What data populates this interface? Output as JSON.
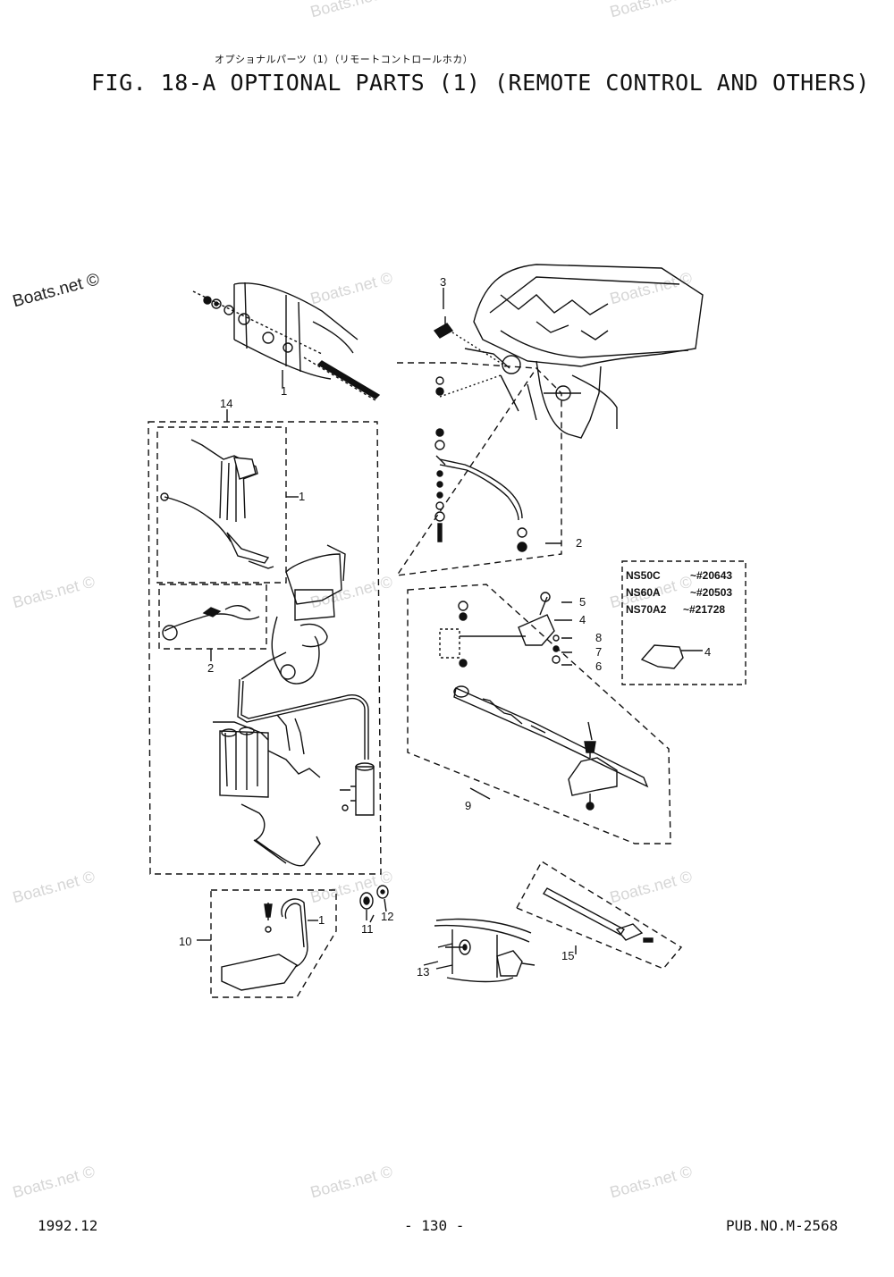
{
  "header": {
    "title_jp": "オプショナルパーツ（1）（リモートコントロールホカ）",
    "title_en": "FIG. 18-A OPTIONAL PARTS (1) (REMOTE CONTROL AND OTHERS)"
  },
  "watermark": "Boats.net ©",
  "callouts": {
    "c1a": "1",
    "c1b": "1",
    "c1c": "1",
    "c2a": "2",
    "c2b": "2",
    "c3": "3",
    "c4a": "4",
    "c4b": "4",
    "c5": "5",
    "c6": "6",
    "c7": "7",
    "c8": "8",
    "c9": "9",
    "c10": "10",
    "c11": "11",
    "c12": "12",
    "c13": "13",
    "c14": "14",
    "c15": "15"
  },
  "variant_table": {
    "rows": [
      {
        "model": "NS50C",
        "serial": "~#20643"
      },
      {
        "model": "NS60A",
        "serial": "~#20503"
      },
      {
        "model": "NS70A2",
        "serial": "~#21728"
      }
    ]
  },
  "footer": {
    "date": "1992.12",
    "page": "- 130 -",
    "pub": "PUB.NO.M-2568"
  }
}
